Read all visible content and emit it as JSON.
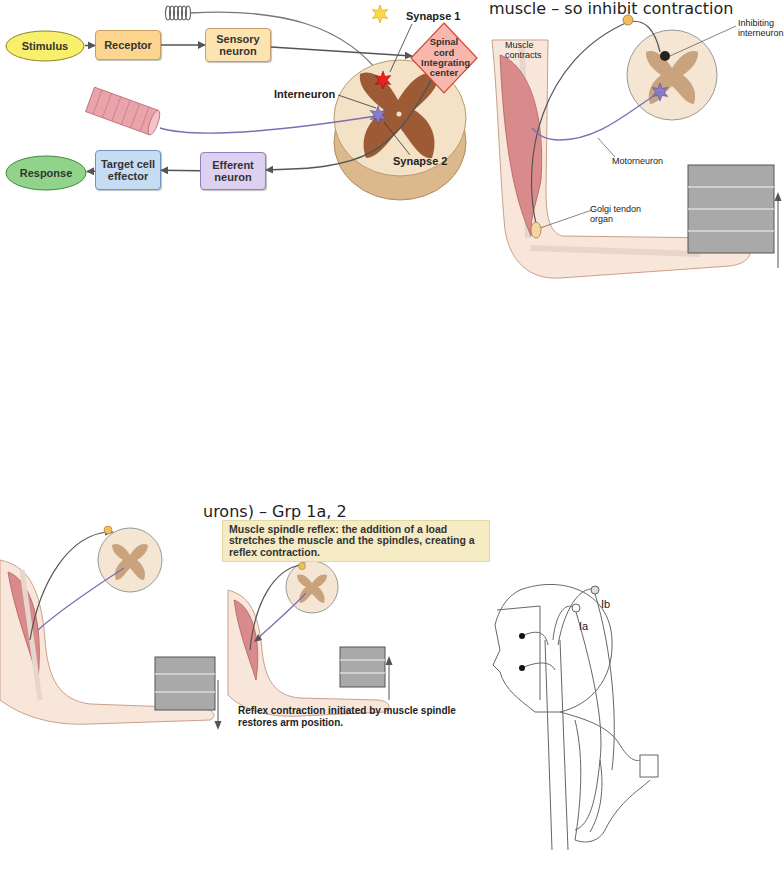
{
  "diagram": {
    "nodes": [
      {
        "text": [
          "Stimulus"
        ]
      },
      {
        "text": [
          "Receptor"
        ]
      },
      {
        "text": [
          "Sensory neuron"
        ]
      },
      {
        "text": [
          "Spinal cord Integrating center"
        ]
      },
      {
        "text": [
          "Response"
        ]
      },
      {
        "text": [
          "Target cell effector"
        ]
      },
      {
        "text": [
          "Efferent neuron"
        ]
      },
      {
        "text": [
          "Muscle spindle reflex:",
          "the addition of a load stretches the muscle and the spindles, creating a reflex contraction."
        ]
      }
    ],
    "edges": [
      {
        "from": 0,
        "to": 1,
        "arrow": "to"
      },
      {
        "from": 1,
        "to": 2,
        "arrow": "to"
      },
      {
        "from": 2,
        "to": 3,
        "arrow": "to"
      },
      {
        "from": 3,
        "to": 6,
        "arrow": "to"
      },
      {
        "from": 6,
        "to": 5,
        "arrow": "to"
      },
      {
        "from": 5,
        "to": 4,
        "arrow": "to"
      }
    ],
    "labels": [
      "Synapse 1",
      "Interneuron",
      "Synapse 2",
      "muscle – so inhibit contraction",
      "Muscle contracts",
      "Inhibiting interneuron",
      "Motorneuron",
      "Golgi tendon organ",
      "urons) – Grp 1a, 2",
      "Reflex contraction initiated by muscle spindle restores arm position.",
      "Ib",
      "Ia"
    ]
  }
}
